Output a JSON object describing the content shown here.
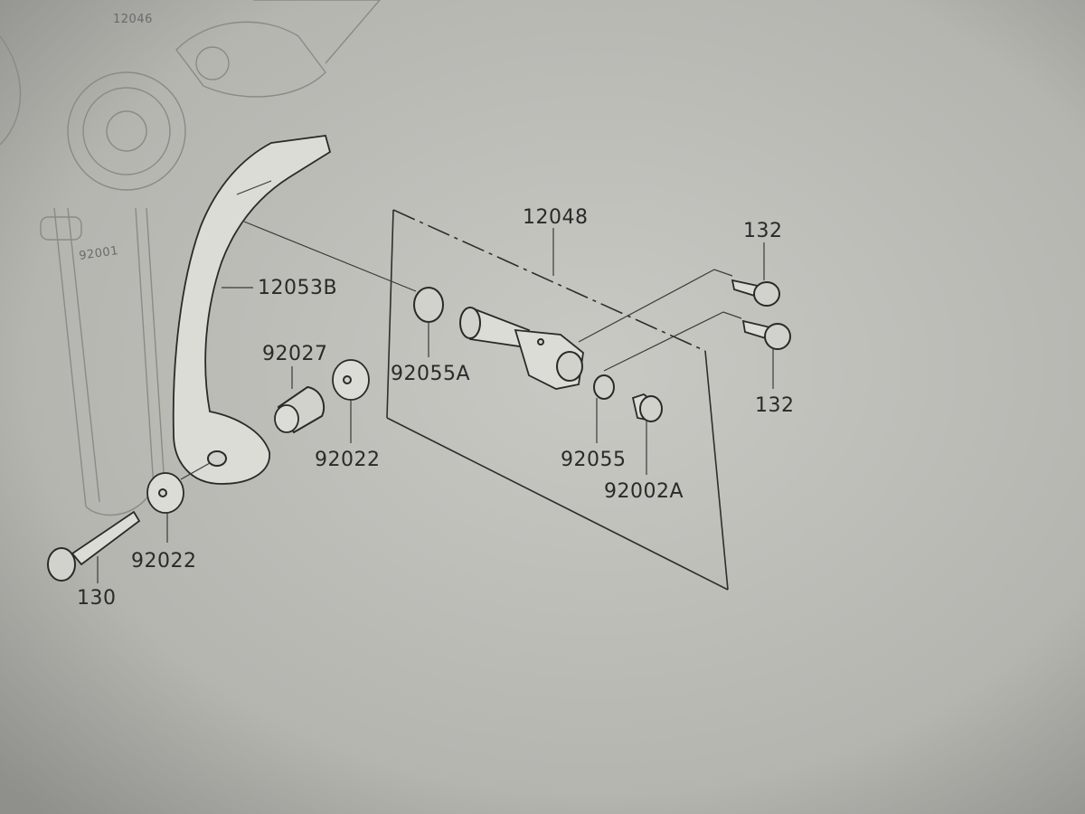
{
  "diagram": {
    "labels": {
      "p12048": "12048",
      "p132_top": "132",
      "p132_bottom": "132",
      "p12053b": "12053B",
      "p92027": "92027",
      "p92022_upper": "92022",
      "p92022_lower": "92022",
      "p92055a": "92055A",
      "p92055": "92055",
      "p92002a": "92002A",
      "p130": "130",
      "p92001": "92001",
      "p12046": "12046"
    }
  }
}
